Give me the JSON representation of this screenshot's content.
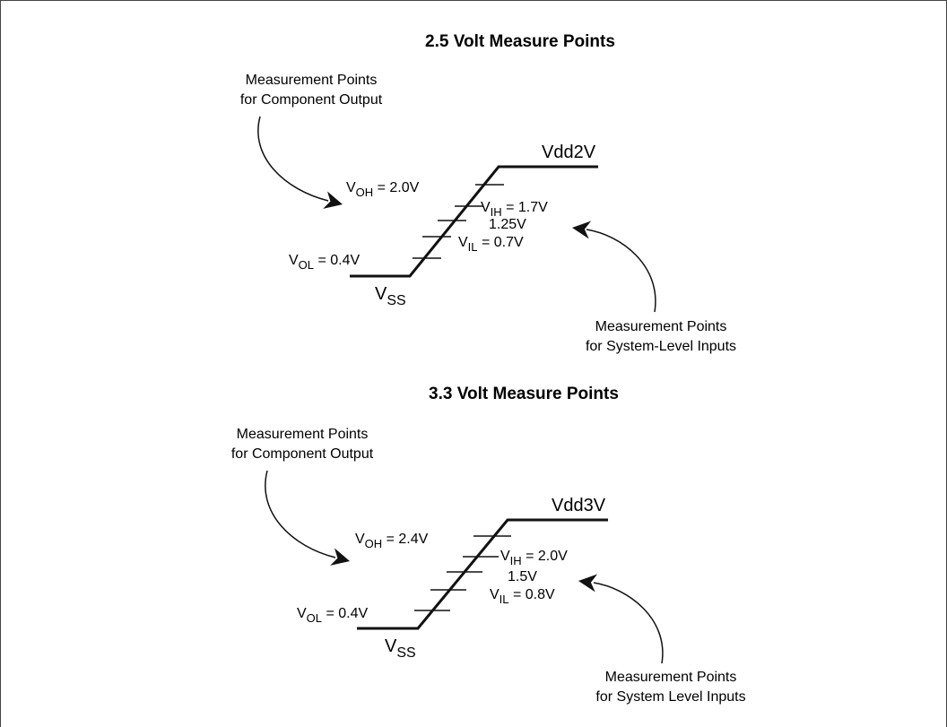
{
  "diagrams": [
    {
      "title": "2.5 Volt Measure Points",
      "output_note": [
        "Measurement Points",
        "for Component Output"
      ],
      "input_note": [
        "Measurement Points",
        "for System-Level Inputs"
      ],
      "supply_label": "Vdd2V",
      "ground": {
        "main": "V",
        "sub": "SS"
      },
      "voh": {
        "main": "V",
        "sub": "OH",
        "value": " = 2.0V"
      },
      "vih": {
        "main": "V",
        "sub": "IH",
        "value": " = 1.7V"
      },
      "mid": "1.25V",
      "vil": {
        "main": "V",
        "sub": "IL",
        "value": " = 0.7V"
      },
      "vol": {
        "main": "V",
        "sub": "OL",
        "value": " = 0.4V"
      }
    },
    {
      "title": "3.3 Volt Measure Points",
      "output_note": [
        "Measurement Points",
        "for Component Output"
      ],
      "input_note": [
        "Measurement Points",
        "for System Level Inputs"
      ],
      "supply_label": "Vdd3V",
      "ground": {
        "main": "V",
        "sub": "SS"
      },
      "voh": {
        "main": "V",
        "sub": "OH",
        "value": " = 2.4V"
      },
      "vih": {
        "main": "V",
        "sub": "IH",
        "value": " = 2.0V"
      },
      "mid": "1.5V",
      "vil": {
        "main": "V",
        "sub": "IL",
        "value": " = 0.8V"
      },
      "vol": {
        "main": "V",
        "sub": "OL",
        "value": " = 0.4V"
      }
    }
  ]
}
